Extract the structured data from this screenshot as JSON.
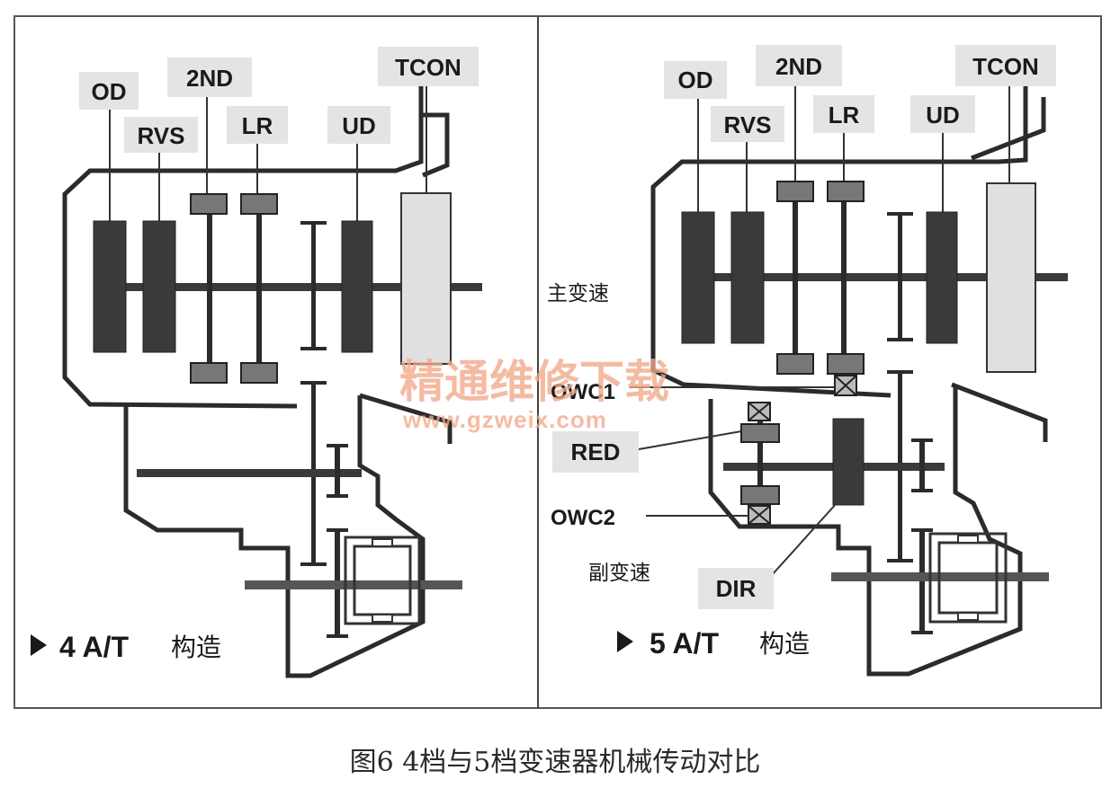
{
  "left_panel": {
    "labels": {
      "od": "OD",
      "rvs": "RVS",
      "second": "2ND",
      "lr": "LR",
      "ud": "UD",
      "tcon": "TCON"
    },
    "title_bold": "4 A/T",
    "title_cn": "构造"
  },
  "right_panel": {
    "labels": {
      "od": "OD",
      "rvs": "RVS",
      "second": "2ND",
      "lr": "LR",
      "ud": "UD",
      "tcon": "TCON",
      "owc1": "OWC1",
      "red": "RED",
      "owc2": "OWC2",
      "dir": "DIR"
    },
    "main_shift": "主变速",
    "sub_shift": "副变速",
    "title_bold": "5 A/T",
    "title_cn": "构造"
  },
  "watermark": {
    "cn": "精通维修下载",
    "url": "www.gzweix.com"
  },
  "caption": "图6  4档与5档变速器机械传动对比",
  "colors": {
    "dark_block": "#3a3a3a",
    "gray_block": "#777777",
    "tcon_fill": "#e0e0e0",
    "label_bg": "#e4e4e4",
    "watermark": "#f1a98a"
  }
}
